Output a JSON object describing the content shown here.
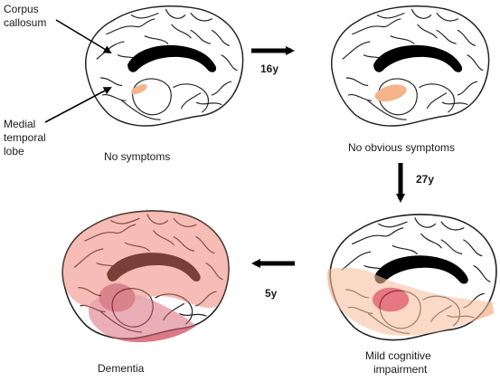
{
  "labels": {
    "corpus_callosum_l1": "Corpus",
    "corpus_callosum_l2": "callosum",
    "medial_temporal_l1": "Medial",
    "medial_temporal_l2": "temporal",
    "medial_temporal_l3": "lobe"
  },
  "stages": [
    {
      "caption_l1": "No symptoms",
      "caption_l2": ""
    },
    {
      "caption_l1": "No obvious symptoms",
      "caption_l2": ""
    },
    {
      "caption_l1": "Mild cognitive",
      "caption_l2": "impairment"
    },
    {
      "caption_l1": "Dementia",
      "caption_l2": ""
    }
  ],
  "transitions": [
    {
      "label": "16y"
    },
    {
      "label": "27y"
    },
    {
      "label": "5y"
    }
  ],
  "colors": {
    "light_lesion": "#f5b48a",
    "mci_region": "#f7c0a0",
    "dementia_region": "#ec7f6e",
    "dementia_dark": "#c03040",
    "mci_dark": "#d83040",
    "medial_region": "#d96a7a"
  }
}
